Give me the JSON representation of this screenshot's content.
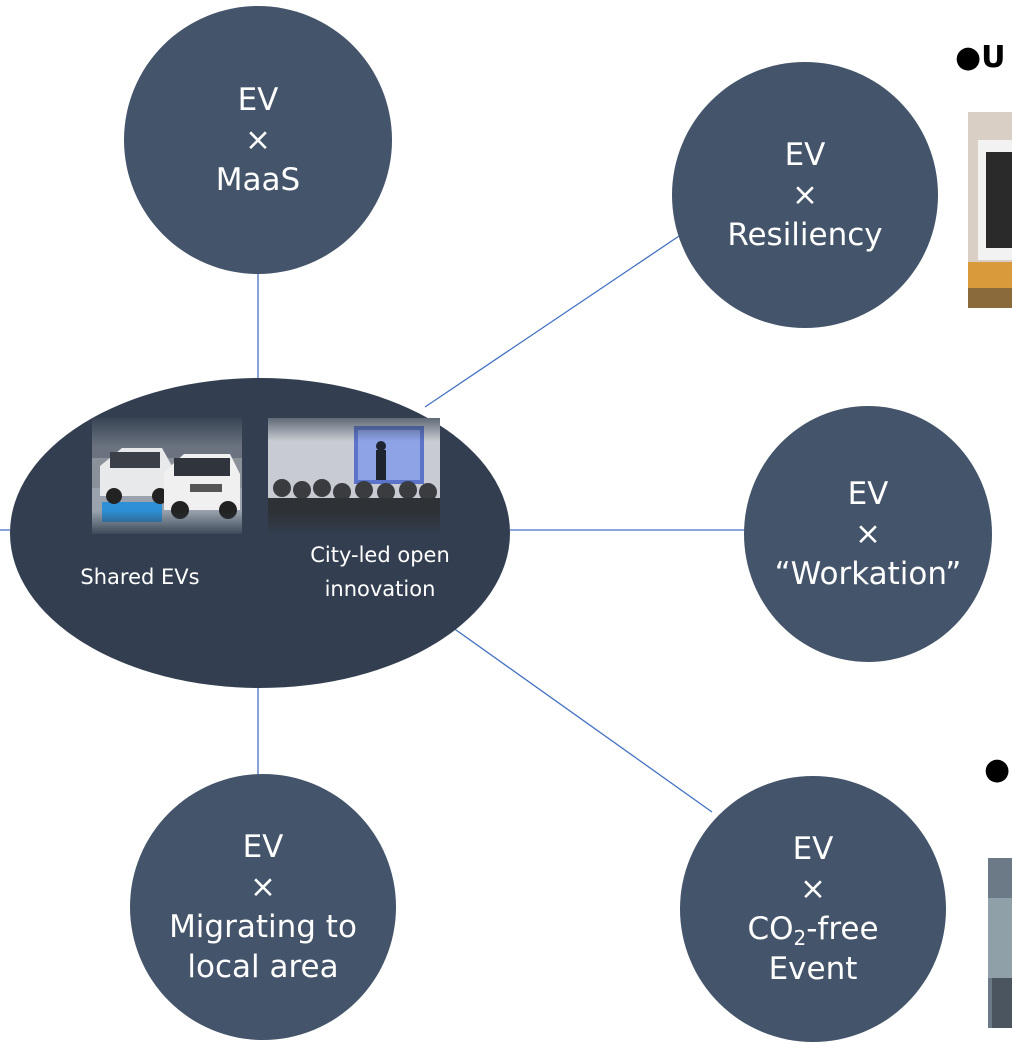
{
  "hub": {
    "photo_left_name": "shared-evs-photo",
    "photo_right_name": "open-innovation-photo",
    "label_left": "Shared EVs",
    "label_right_line1": "City-led open",
    "label_right_line2": "innovation"
  },
  "nodes": {
    "maas": {
      "line1": "EV",
      "line2": "×",
      "line3": "MaaS"
    },
    "resiliency": {
      "line1": "EV",
      "line2": "×",
      "line3": "Resiliency"
    },
    "workation": {
      "line1": "EV",
      "line2": "×",
      "line3": "“Workation”"
    },
    "migrating": {
      "line1": "EV",
      "line2": "×",
      "line3": "Migrating to",
      "line4": "local area"
    },
    "co2": {
      "line1": "EV",
      "line2": "×",
      "line3_prefix": "CO",
      "line3_sub": "2",
      "line3_suffix": "-free",
      "line4": "Event"
    }
  },
  "right_edge": {
    "bullet_top": "●U",
    "bullet_bottom": "●"
  },
  "colors": {
    "circle": "#44546a",
    "hub": "#333f50",
    "connector": "#4472c4"
  }
}
